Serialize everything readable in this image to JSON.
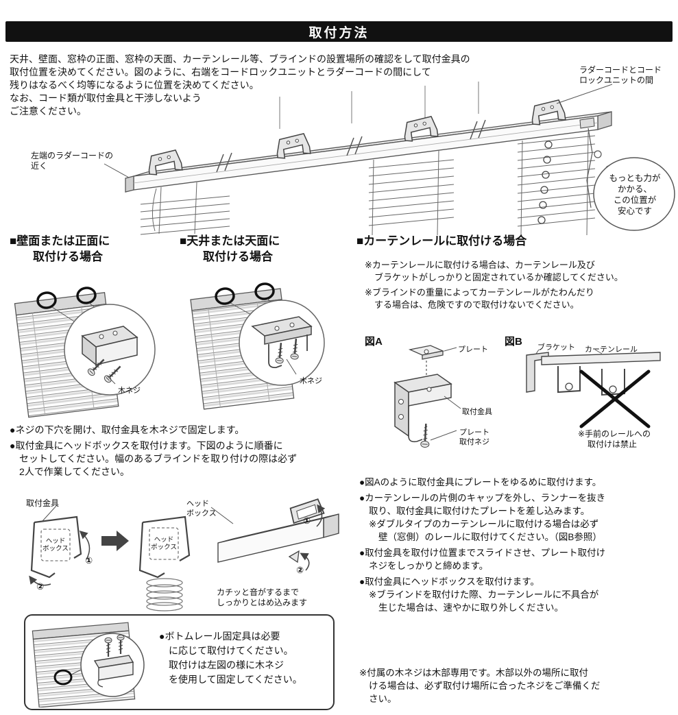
{
  "colors": {
    "header_bg": "#111111",
    "header_text": "#ffffff",
    "diagram_line": "#444444"
  },
  "header": {
    "title": "取付方法"
  },
  "intro": {
    "lines": [
      "天井、壁面、窓枠の正面、窓枠の天面、カーテンレール等、ブラインドの設置場所の確認をして取付金具の",
      "取付位置を決めてください。図のように、右端をコードロックユニットとラダーコードの間にして",
      "残りはなるべく均等になるように位置を決めてください。",
      "なお、コード類が取付金具と干渉しないよう",
      "ご注意ください。"
    ]
  },
  "overview": {
    "label_cordlock_line1": "ラダーコードとコード",
    "label_cordlock_line2": "ロックユニットの間",
    "label_left_line1": "左端のラダーコードの",
    "label_left_line2": "近く",
    "bubble_lines": [
      "もっとも力が",
      "かかる、",
      "この位置が",
      "安心です"
    ]
  },
  "section_wall": {
    "title_line1": "■壁面または正面に",
    "title_line2": "取付ける場合",
    "screw_label": "木ネジ"
  },
  "section_ceiling": {
    "title_line1": "■天井または天面に",
    "title_line2": "取付ける場合",
    "screw_label": "木ネジ"
  },
  "section_curtain": {
    "title": "■カーテンレールに取付ける場合",
    "note1_line1": "※カーテンレールに取付ける場合は、カーテンレール及び",
    "note1_line2": "ブラケットがしっかりと固定されているか確認してください。",
    "note2_line1": "※ブラインドの重量によってカーテンレールがたわんだり",
    "note2_line2": "する場合は、危険ですので取付けないでください。",
    "fig_a": {
      "label": "図A",
      "plate_label": "プレート",
      "bracket_label": "取付金具",
      "screw_label_line1": "プレート",
      "screw_label_line2": "取付ネジ"
    },
    "fig_b": {
      "label": "図B",
      "bracket_label": "ブラケット",
      "rail_label": "カーテンレール",
      "forbidden_line1": "※手前のレールへの",
      "forbidden_line2": "取付けは禁止"
    }
  },
  "left_steps": {
    "lines": [
      "●ネジの下穴を開け、取付金具を木ネジで固定します。",
      "●取付金具にヘッドボックスを取付けます。下図のように順番に",
      "セットしてください。幅のあるブラインドを取り付けの際は必ず",
      "2人で作業してください。"
    ]
  },
  "assembly": {
    "bracket_label": "取付金具",
    "headbox_line1": "ヘッド",
    "headbox_line2": "ボックス",
    "marker1": "①",
    "marker2": "②",
    "click_line1": "カチッと音がするまで",
    "click_line2": "しっかりとはめ込みます"
  },
  "bottom_rail_note": {
    "lines": [
      "●ボトムレール固定具は必要",
      "に応じて取付けてください。",
      "取付けは左図の様に木ネジ",
      "を使用して固定してください。"
    ]
  },
  "curtain_steps": {
    "lines": [
      "●図Aのように取付金具にプレートをゆるめに取付けます。",
      "●カーテンレールの片側のキャップを外し、ランナーを抜き",
      "取り、取付金具に取付けたプレートを差し込みます。",
      "※ダブルタイプのカーテンレールに取付ける場合は必ず",
      "壁（窓側）のレールに取付けてください。（図B参照）",
      "●取付金具を取付け位置までスライドさせ、プレート取付け",
      "ネジをしっかりと締めます。",
      "●取付金具にヘッドボックスを取付けます。",
      "※ブラインドを取付けた際、カーテンレールに不具合が",
      "生じた場合は、速やかに取り外しください。"
    ]
  },
  "wood_screw_note": {
    "lines": [
      "※付属の木ネジは木部専用です。木部以外の場所に取付",
      "ける場合は、必ず取付け場所に合ったネジをご準備くだ",
      "さい。"
    ]
  }
}
